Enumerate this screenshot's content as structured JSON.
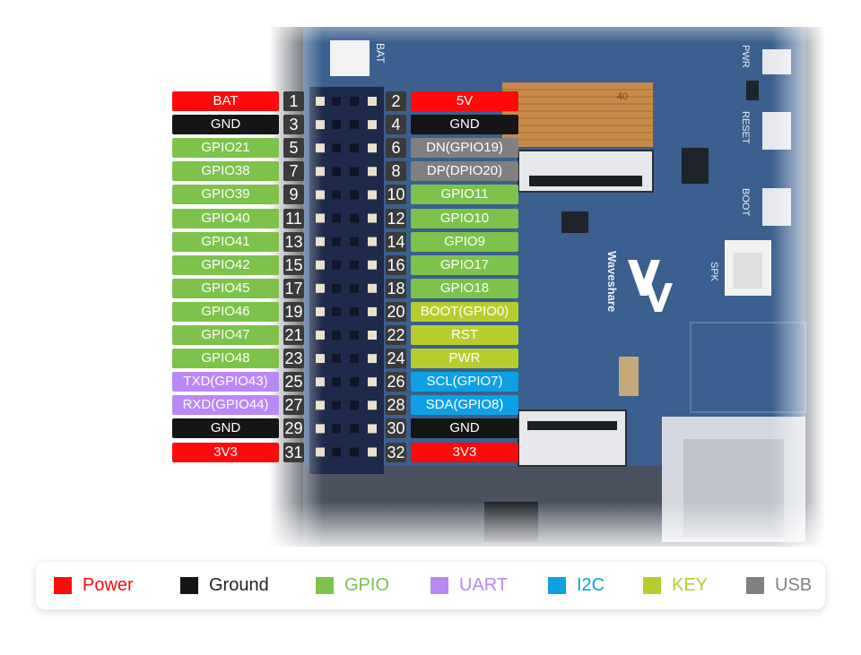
{
  "colors": {
    "power": "#ff0a0a",
    "ground": "#151515",
    "gpio": "#7dc24a",
    "uart": "#b988f7",
    "i2c": "#0ea0e4",
    "key": "#b7cd2d",
    "usb": "#808080",
    "pin_number_bg": "#3a3a3a",
    "board_blue": "#3b5f8e"
  },
  "board_silkscreen": {
    "bat": "BAT",
    "pwr": "PWR",
    "reset": "RESET",
    "boot": "BOOT",
    "spk": "SPK",
    "brand": "Waveshare",
    "fpc_pin": "40"
  },
  "header_pins": [
    {
      "left_num": "1",
      "left_label": "BAT",
      "left_type": "power",
      "right_num": "2",
      "right_label": "5V",
      "right_type": "power"
    },
    {
      "left_num": "3",
      "left_label": "GND",
      "left_type": "ground",
      "right_num": "4",
      "right_label": "GND",
      "right_type": "ground"
    },
    {
      "left_num": "5",
      "left_label": "GPIO21",
      "left_type": "gpio",
      "right_num": "6",
      "right_label": "DN(GPIO19)",
      "right_type": "usb"
    },
    {
      "left_num": "7",
      "left_label": "GPIO38",
      "left_type": "gpio",
      "right_num": "8",
      "right_label": "DP(DPIO20)",
      "right_type": "usb"
    },
    {
      "left_num": "9",
      "left_label": "GPIO39",
      "left_type": "gpio",
      "right_num": "10",
      "right_label": "GPIO11",
      "right_type": "gpio"
    },
    {
      "left_num": "11",
      "left_label": "GPIO40",
      "left_type": "gpio",
      "right_num": "12",
      "right_label": "GPIO10",
      "right_type": "gpio"
    },
    {
      "left_num": "13",
      "left_label": "GPIO41",
      "left_type": "gpio",
      "right_num": "14",
      "right_label": "GPIO9",
      "right_type": "gpio"
    },
    {
      "left_num": "15",
      "left_label": "GPIO42",
      "left_type": "gpio",
      "right_num": "16",
      "right_label": "GPIO17",
      "right_type": "gpio"
    },
    {
      "left_num": "17",
      "left_label": "GPIO45",
      "left_type": "gpio",
      "right_num": "18",
      "right_label": "GPIO18",
      "right_type": "gpio"
    },
    {
      "left_num": "19",
      "left_label": "GPIO46",
      "left_type": "gpio",
      "right_num": "20",
      "right_label": "BOOT(GPIO0)",
      "right_type": "key"
    },
    {
      "left_num": "21",
      "left_label": "GPIO47",
      "left_type": "gpio",
      "right_num": "22",
      "right_label": "RST",
      "right_type": "key"
    },
    {
      "left_num": "23",
      "left_label": "GPIO48",
      "left_type": "gpio",
      "right_num": "24",
      "right_label": "PWR",
      "right_type": "key"
    },
    {
      "left_num": "25",
      "left_label": "TXD(GPIO43)",
      "left_type": "uart",
      "right_num": "26",
      "right_label": "SCL(GPIO7)",
      "right_type": "i2c"
    },
    {
      "left_num": "27",
      "left_label": "RXD(GPIO44)",
      "left_type": "uart",
      "right_num": "28",
      "right_label": "SDA(GPIO8)",
      "right_type": "i2c"
    },
    {
      "left_num": "29",
      "left_label": "GND",
      "left_type": "ground",
      "right_num": "30",
      "right_label": "GND",
      "right_type": "ground"
    },
    {
      "left_num": "31",
      "left_label": "3V3",
      "left_type": "power",
      "right_num": "32",
      "right_label": "3V3",
      "right_type": "power"
    }
  ],
  "legend": [
    {
      "label": "Power",
      "type": "power"
    },
    {
      "label": "Ground",
      "type": "ground"
    },
    {
      "label": "GPIO",
      "type": "gpio"
    },
    {
      "label": "UART",
      "type": "uart"
    },
    {
      "label": "I2C",
      "type": "i2c"
    },
    {
      "label": "KEY",
      "type": "key"
    },
    {
      "label": "USB",
      "type": "usb"
    }
  ]
}
